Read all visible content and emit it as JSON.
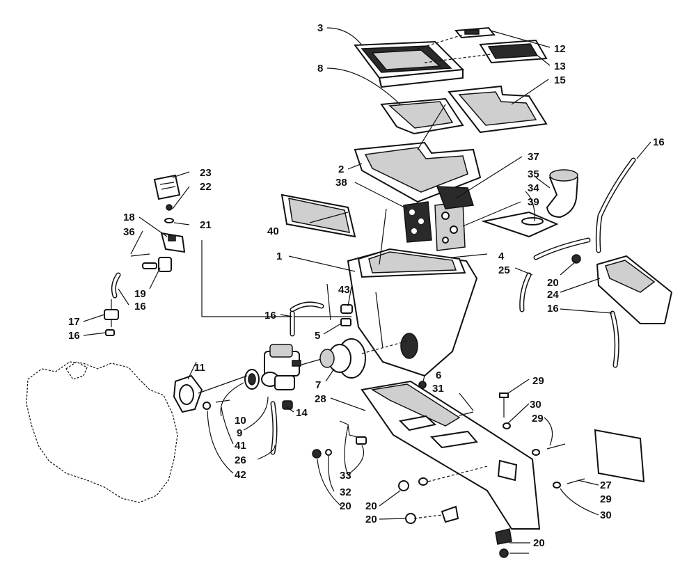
{
  "diagram": {
    "type": "exploded-parts-view",
    "line_color": "#111111",
    "background": "#ffffff",
    "callouts": [
      {
        "id": "c3",
        "label": "3"
      },
      {
        "id": "c12",
        "label": "12"
      },
      {
        "id": "c13",
        "label": "13"
      },
      {
        "id": "c8",
        "label": "8"
      },
      {
        "id": "c15",
        "label": "15"
      },
      {
        "id": "c16a",
        "label": "16"
      },
      {
        "id": "c23",
        "label": "23"
      },
      {
        "id": "c22",
        "label": "22"
      },
      {
        "id": "c2",
        "label": "2"
      },
      {
        "id": "c37",
        "label": "37"
      },
      {
        "id": "c35",
        "label": "35"
      },
      {
        "id": "c38",
        "label": "38"
      },
      {
        "id": "c34",
        "label": "34"
      },
      {
        "id": "c39",
        "label": "39"
      },
      {
        "id": "c18",
        "label": "18"
      },
      {
        "id": "c21",
        "label": "21"
      },
      {
        "id": "c36",
        "label": "36"
      },
      {
        "id": "c40",
        "label": "40"
      },
      {
        "id": "c1",
        "label": "1"
      },
      {
        "id": "c4",
        "label": "4"
      },
      {
        "id": "c25",
        "label": "25"
      },
      {
        "id": "c19",
        "label": "19"
      },
      {
        "id": "c16b",
        "label": "16"
      },
      {
        "id": "c43",
        "label": "43"
      },
      {
        "id": "c20a",
        "label": "20"
      },
      {
        "id": "c24",
        "label": "24"
      },
      {
        "id": "c16c",
        "label": "16"
      },
      {
        "id": "c16d",
        "label": "16"
      },
      {
        "id": "c17",
        "label": "17"
      },
      {
        "id": "c16e",
        "label": "16"
      },
      {
        "id": "c5",
        "label": "5"
      },
      {
        "id": "c11",
        "label": "11"
      },
      {
        "id": "c7",
        "label": "7"
      },
      {
        "id": "c6",
        "label": "6"
      },
      {
        "id": "c31",
        "label": "31"
      },
      {
        "id": "c29a",
        "label": "29"
      },
      {
        "id": "c28",
        "label": "28"
      },
      {
        "id": "c30a",
        "label": "30"
      },
      {
        "id": "c10",
        "label": "10"
      },
      {
        "id": "c14",
        "label": "14"
      },
      {
        "id": "c29b",
        "label": "29"
      },
      {
        "id": "c9",
        "label": "9"
      },
      {
        "id": "c41",
        "label": "41"
      },
      {
        "id": "c26",
        "label": "26"
      },
      {
        "id": "c42",
        "label": "42"
      },
      {
        "id": "c33",
        "label": "33"
      },
      {
        "id": "c27",
        "label": "27"
      },
      {
        "id": "c32",
        "label": "32"
      },
      {
        "id": "c29c",
        "label": "29"
      },
      {
        "id": "c20b",
        "label": "20"
      },
      {
        "id": "c30b",
        "label": "30"
      },
      {
        "id": "c20c",
        "label": "20"
      },
      {
        "id": "c20d",
        "label": "20"
      },
      {
        "id": "c20e",
        "label": "20"
      }
    ]
  }
}
